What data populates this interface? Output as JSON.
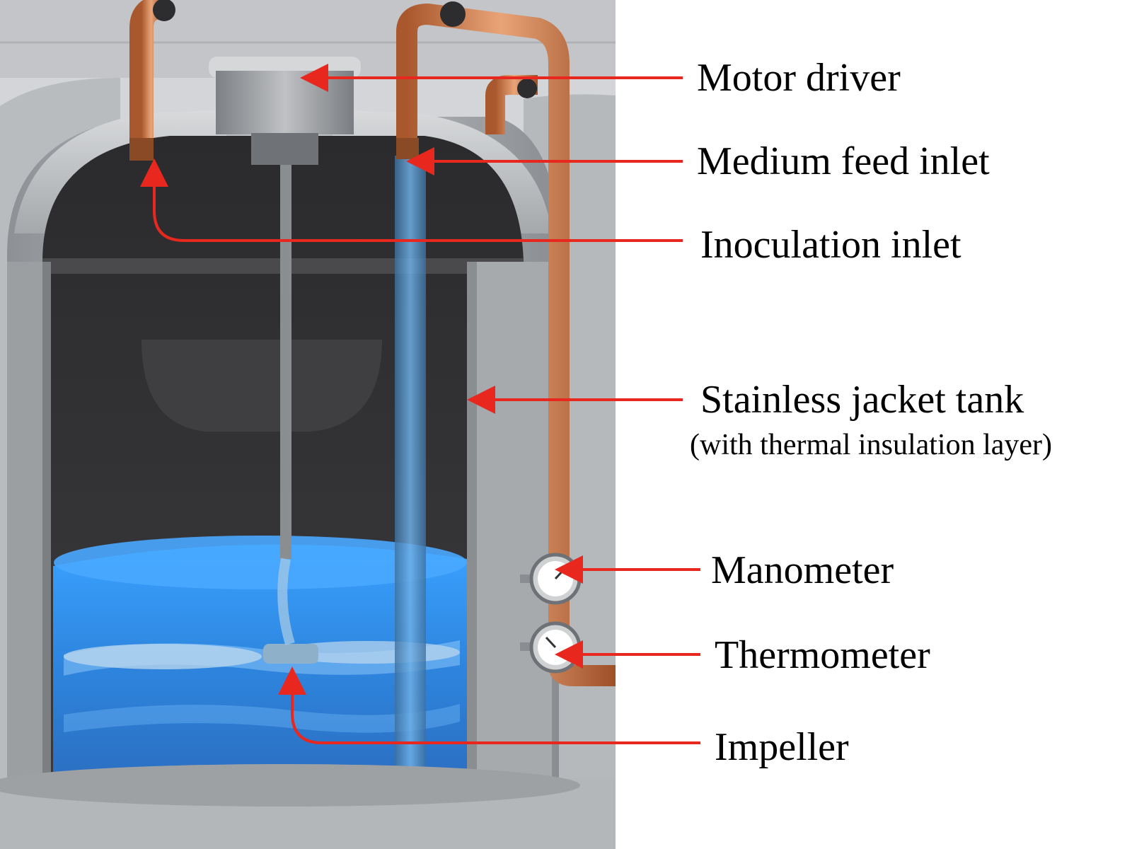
{
  "labels": {
    "motor_driver": "Motor driver",
    "medium_feed_inlet": "Medium feed inlet",
    "inoculation_inlet": "Inoculation inlet",
    "stainless_jacket_tank": "Stainless jacket tank",
    "thermal_insulation_note": "(with thermal insulation layer)",
    "manometer": "Manometer",
    "thermometer": "Thermometer",
    "impeller": "Impeller"
  },
  "colors": {
    "arrow": "#e8281e",
    "steel_light": "#c7c9cc",
    "steel_mid": "#9a9da1",
    "steel_dark": "#6e7175",
    "interior_dark": "#2a2a2c",
    "copper": "#c9703f",
    "copper_light": "#e7a273",
    "water": "#2f8fe6",
    "water_light": "#6cc0ff",
    "background_room": "#d9dbdd"
  }
}
